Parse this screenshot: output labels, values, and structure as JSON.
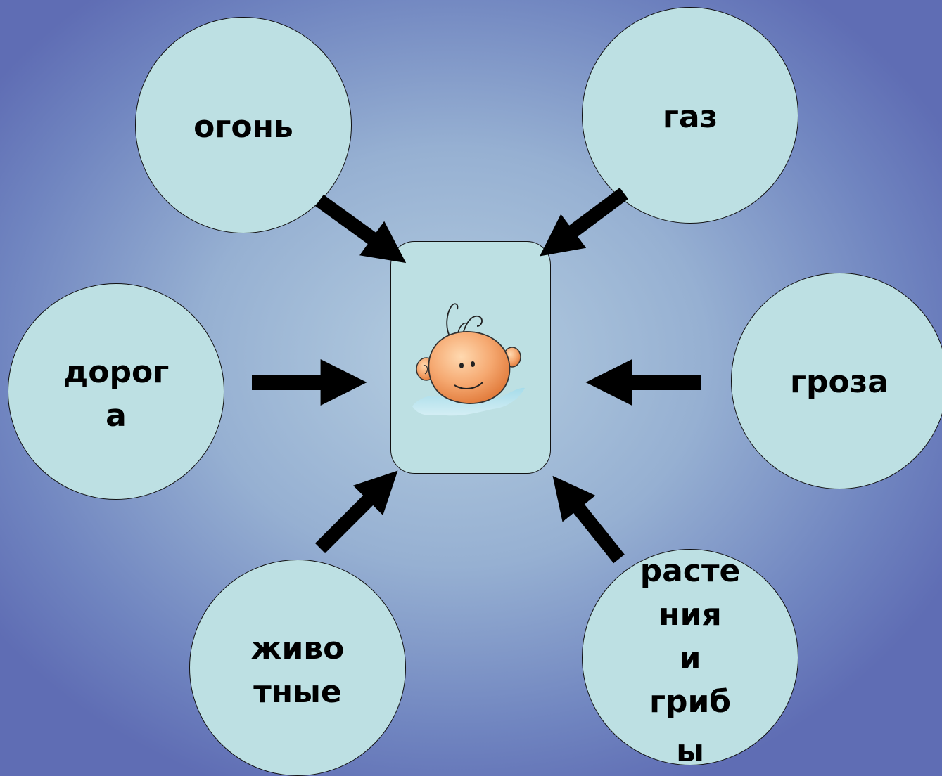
{
  "nodes": {
    "fire": "огонь",
    "gas": "газ",
    "road_line1": "дорог",
    "road_line2": "а",
    "thunderstorm": "гроза",
    "animals_line1": "живо",
    "animals_line2": "тные",
    "plants_line1": "расте",
    "plants_line2": "ния",
    "plants_line3": "и",
    "plants_line4": "гриб",
    "plants_line5": "ы"
  },
  "colors": {
    "circle_fill": "#bde0e3",
    "arrow": "#000000",
    "background_center": "#b4cde0",
    "background_edge": "#5f6db4"
  },
  "center": {
    "icon": "baby-face-icon"
  }
}
